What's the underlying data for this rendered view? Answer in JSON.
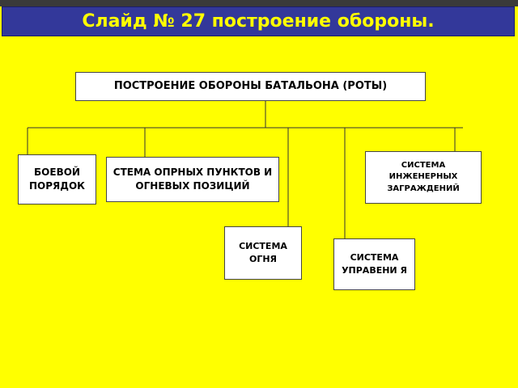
{
  "slide": {
    "title": "Слайд №  27 построение обороны."
  },
  "diagram": {
    "root": "ПОСТРОЕНИЕ ОБОРОНЫ БАТАЛЬОНА (РОТЫ)",
    "nodes": {
      "combat_order": "БОЕВОЙ ПОРЯДОК",
      "strongpoints": "СТЕМА ОПРНЫХ ПУНКТОВ И ОГНЕВЫХ ПОЗИЦИЙ",
      "fire_system": "СИСТЕМА ОГНЯ",
      "control_system": "СИСТЕМА УПРАВЕНИ Я",
      "engineering": "СИСТЕМА ИНЖЕНЕРНЫХ ЗАГРАЖДЕНИЙ"
    }
  },
  "colors": {
    "background": "#ffff00",
    "title_bar": "#33389a",
    "title_text": "#ffff00"
  }
}
